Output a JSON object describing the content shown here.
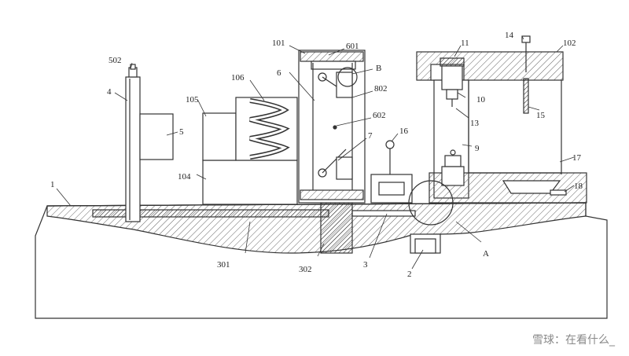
{
  "figure": {
    "labels": {
      "l1": "1",
      "l2": "2",
      "l3": "3",
      "l4": "4",
      "l5": "5",
      "l6": "6",
      "l7": "7",
      "l9": "9",
      "l10": "10",
      "l11": "11",
      "l13": "13",
      "l14": "14",
      "l15": "15",
      "l16": "16",
      "l17": "17",
      "l18": "18",
      "l101": "101",
      "l102": "102",
      "l104": "104",
      "l105": "105",
      "l106": "106",
      "l301": "301",
      "l302": "302",
      "l502": "502",
      "l601": "601",
      "l602": "602",
      "l802": "802",
      "lA": "A",
      "lB": "B"
    }
  },
  "watermark": {
    "text": "雪球：在看什么_"
  },
  "colors": {
    "line": "#333333",
    "hatch": "#555555",
    "background": "#ffffff"
  }
}
